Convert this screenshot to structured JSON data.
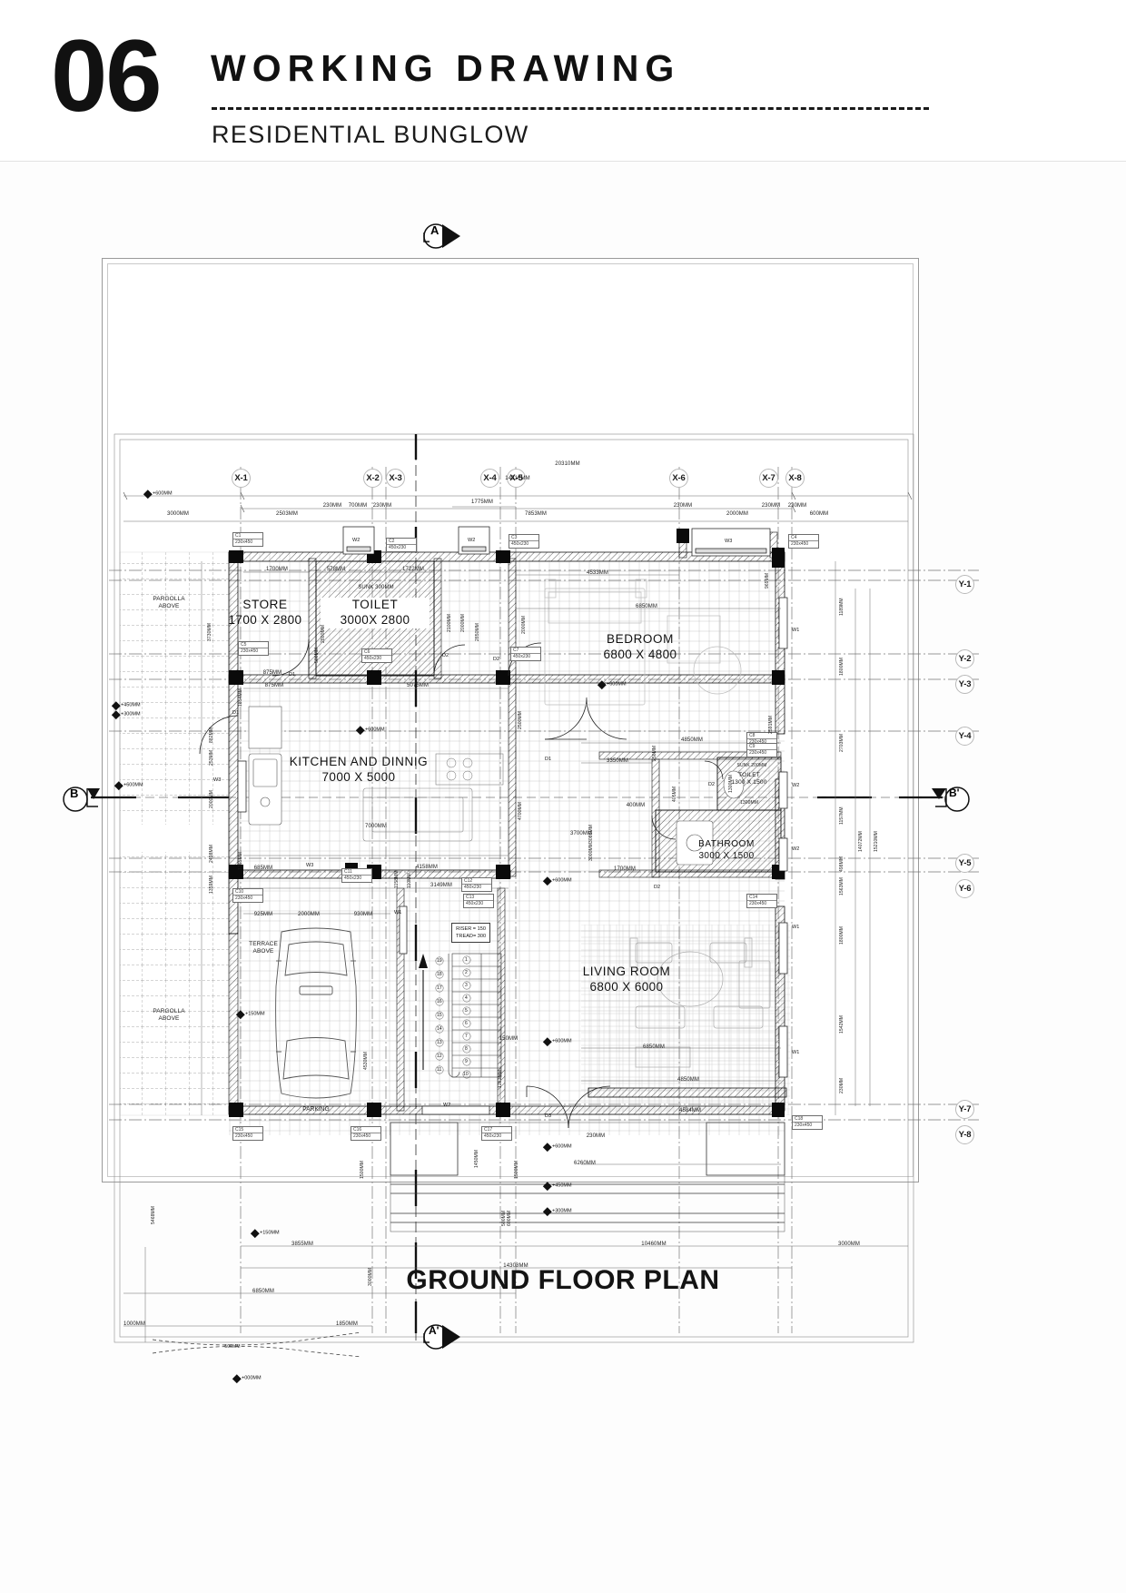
{
  "header": {
    "number": "06",
    "title": "WORKING DRAWING",
    "subtitle": "RESIDENTIAL  BUNGLOW"
  },
  "plan": {
    "title": "GROUND FLOOR PLAN",
    "section_markers": [
      {
        "label": "A",
        "position": "top"
      },
      {
        "label": "A'",
        "position": "bottom"
      },
      {
        "label": "B",
        "position": "left"
      },
      {
        "label": "B'",
        "position": "right"
      }
    ],
    "grid_x": [
      "X-1",
      "X-2",
      "X-3",
      "X-4",
      "X-5",
      "X-6",
      "X-7",
      "X-8"
    ],
    "grid_y": [
      "Y-1",
      "Y-2",
      "Y-3",
      "Y-4",
      "Y-5",
      "Y-6",
      "Y-7",
      "Y-8"
    ],
    "rooms": [
      {
        "name": "STORE",
        "size": "1700 X 2800"
      },
      {
        "name": "TOILET",
        "size": "3000X 2800"
      },
      {
        "name": "BEDROOM",
        "size": "6800 X 4800"
      },
      {
        "name": "KITCHEN AND DINNIG",
        "size": "7000 X 5000"
      },
      {
        "name": "BATHROOM",
        "size": "3000 X 1500"
      },
      {
        "name": "TOILET",
        "size": "1300 X 1500"
      },
      {
        "name": "LIVING ROOM",
        "size": "6800 X 6000"
      }
    ],
    "area_labels": [
      {
        "line1": "PARGOLLA",
        "line2": "ABOVE"
      },
      {
        "line1": "PARGOLLA",
        "line2": "ABOVE"
      },
      {
        "line1": "TERRACE",
        "line2": "ABOVE"
      },
      {
        "line1": "PARKING",
        "line2": ""
      }
    ],
    "sunk_notes": [
      "SUNK 300MM",
      "SUNK 200MM"
    ],
    "stair_note": {
      "riser": "RISER = 150",
      "tread": "TREAD= 300"
    },
    "stair_numbers": [
      "1",
      "2",
      "3",
      "4",
      "5",
      "6",
      "7",
      "8",
      "9",
      "10",
      "11",
      "12",
      "13",
      "14",
      "15",
      "16",
      "17",
      "18",
      "19"
    ],
    "levels": [
      "+600MM",
      "+600MM",
      "+600MM",
      "+600MM",
      "+600MM",
      "+600MM",
      "+600MM",
      "+600MM",
      "+450MM",
      "+300MM",
      "+150MM",
      "+150MM",
      "+450MM",
      "+300MM",
      "+600MM",
      "+000MM"
    ],
    "column_tags": [
      {
        "id": "C1",
        "size": "230x450"
      },
      {
        "id": "C2",
        "size": "450x230"
      },
      {
        "id": "C3",
        "size": "450x230"
      },
      {
        "id": "C4",
        "size": "230x450"
      },
      {
        "id": "C5",
        "size": "230x450"
      },
      {
        "id": "C6",
        "size": "450x230"
      },
      {
        "id": "C7",
        "size": "450x230"
      },
      {
        "id": "C8",
        "size": "230x450"
      },
      {
        "id": "C9",
        "size": "230x450"
      },
      {
        "id": "C10",
        "size": "230x450"
      },
      {
        "id": "C11",
        "size": "450x230"
      },
      {
        "id": "C12",
        "size": "450x230"
      },
      {
        "id": "C13",
        "size": "450x230"
      },
      {
        "id": "C14",
        "size": "230x450"
      },
      {
        "id": "C15",
        "size": "230x450"
      },
      {
        "id": "C16",
        "size": "230x450"
      },
      {
        "id": "C17",
        "size": "450x230"
      },
      {
        "id": "C18",
        "size": "230x450"
      }
    ],
    "openings": [
      "W1",
      "W2",
      "W3",
      "D1",
      "D2",
      "D3"
    ],
    "dimensions_top": [
      "20310MM",
      "14310MM",
      "3000MM",
      "2503MM",
      "230MM",
      "700MM",
      "230MM",
      "1775MM",
      "7853MM",
      "230MM",
      "2000MM",
      "230MM",
      "230MM",
      "600MM"
    ],
    "dimensions_interior": [
      "1700MM",
      "578MM",
      "1722MM",
      "4533MM",
      "6850MM",
      "875MM",
      "875MM",
      "5075MM",
      "7000MM",
      "4850MM",
      "3350MM",
      "400MM",
      "3700MM",
      "1700MM",
      "4158MM",
      "3149MM",
      "6850MM",
      "4850MM",
      "4584MM",
      "6260MM",
      "1300MM",
      "230MM",
      "150MM",
      "2000MM",
      "925MM",
      "930MM",
      "685MM"
    ],
    "dimensions_vertical": [
      "3730MM",
      "2800MM",
      "2100MM",
      "2850MM",
      "2000MM",
      "2000MM",
      "500MM",
      "2000MM",
      "2498MM",
      "1359MM",
      "882MM",
      "253MM",
      "1189MM",
      "1800MM",
      "2703MM",
      "1157MM",
      "498MM",
      "1563MM",
      "1800MM",
      "1542MM",
      "230MM",
      "14072MM",
      "15210MM",
      "4530MM",
      "2591MM",
      "2500MM",
      "4700MM",
      "3000MM",
      "1500MM",
      "1450MM",
      "500MM",
      "600MM",
      "1262MM",
      "1500MM",
      "969MM",
      "1300MM",
      "405MM",
      "250MM",
      "5468MM",
      "3000MM",
      "1854MM",
      "1158MM",
      "110MM",
      "1365MM",
      "3086MM"
    ],
    "dimensions_bottom": [
      "3855MM",
      "10460MM",
      "3000MM",
      "14308MM",
      "6850MM",
      "1000MM",
      "1850MM",
      "500MM"
    ]
  }
}
